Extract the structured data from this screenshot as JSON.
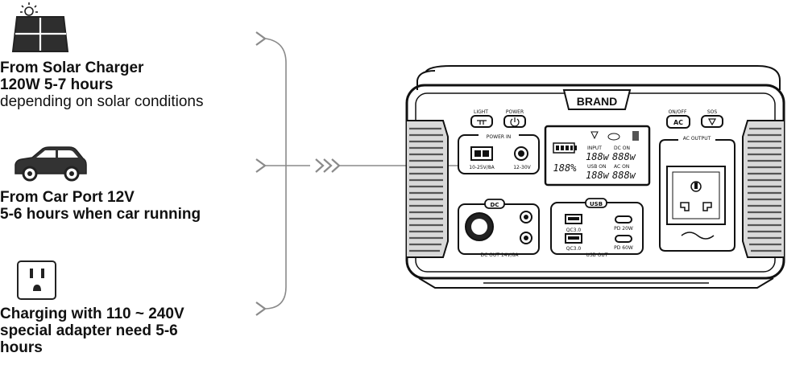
{
  "sources": [
    {
      "icon": "solar-panel-icon",
      "lines": [
        "From Solar Charger",
        "120W  5-7 hours",
        "depending on solar conditions"
      ]
    },
    {
      "icon": "car-icon",
      "lines": [
        "From Car Port 12V",
        " 5-6 hours when car running"
      ]
    },
    {
      "icon": "wall-outlet-icon",
      "lines": [
        "Charging with 110 ~ 240V",
        "special adapter need 5-6",
        "hours"
      ]
    }
  ],
  "device": {
    "brand": "BRAND",
    "buttons": {
      "light": "LIGHT",
      "power": "POWER",
      "onoff": "ON/OFF",
      "sos": "SOS",
      "ac": "AC"
    },
    "power_in": {
      "label": "POWER IN",
      "port1": "10-25V/8A",
      "port2": "12-30V"
    },
    "lcd": {
      "battery_percent": "188%",
      "input_label": "INPUT",
      "input_value": "188w",
      "dc_on_label": "DC ON",
      "dc_on_value": "888w",
      "usb_on_label": "USB ON",
      "usb_on_value": "188w",
      "ac_on_label": "AC ON",
      "ac_on_value": "888w"
    },
    "dc": {
      "button": "DC",
      "label": "DC OUT  14V/8A"
    },
    "usb": {
      "button": "USB",
      "label": "USB OUT",
      "qc1": "QC3.0",
      "qc2": "QC3.0",
      "pd1": "PD 20W",
      "pd2": "PD 60W"
    },
    "ac_output": {
      "label": "AC OUTPUT"
    }
  }
}
